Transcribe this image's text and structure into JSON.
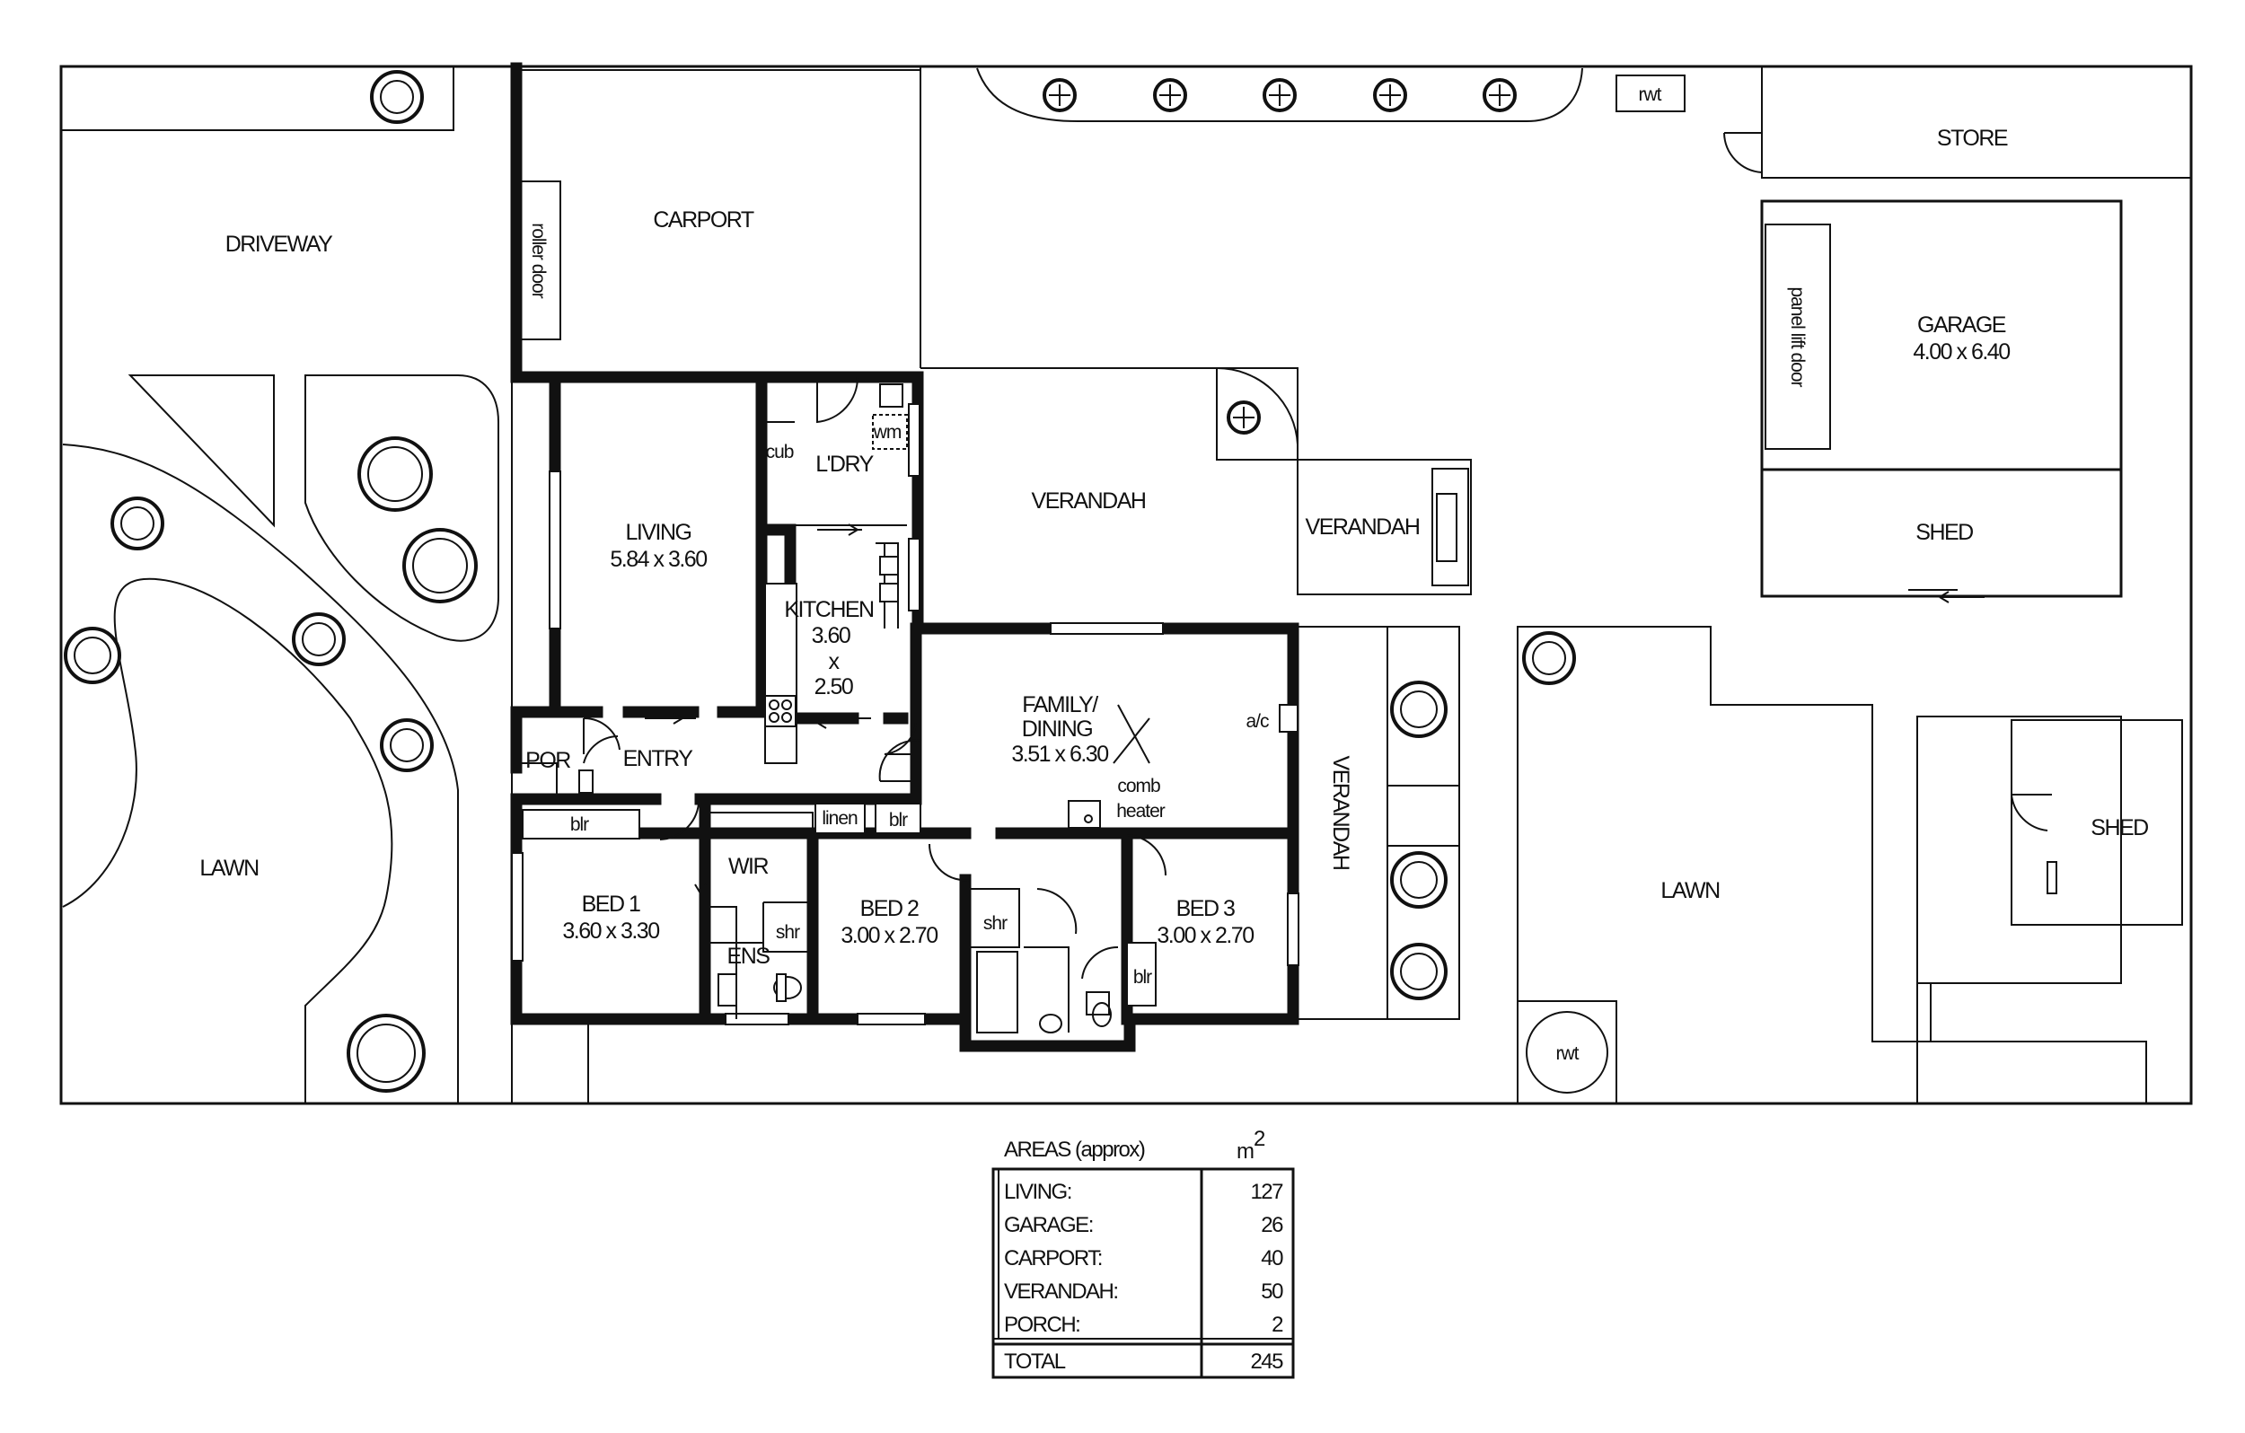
{
  "rooms": {
    "driveway": "DRIVEWAY",
    "carport": "CARPORT",
    "roller_door": "roller door",
    "store": "STORE",
    "rwt_top": "rwt",
    "garage": "GARAGE",
    "garage_dims": "4.00 x 6.40",
    "panel_lift_door": "panel lift door",
    "shed_top": "SHED",
    "living": "LIVING",
    "living_dims": "5.84 x 3.60",
    "cub": "cub",
    "laundry": "L'DRY",
    "wm": "wm",
    "verandah_top": "VERANDAH",
    "verandah_side": "VERANDAH",
    "verandah_east": "VERANDAH",
    "kitchen": "KITCHEN",
    "kitchen_dim_a": "3.60",
    "kitchen_dim_x": "x",
    "kitchen_dim_b": "2.50",
    "family": "FAMILY/",
    "dining": "DINING",
    "family_dims": "3.51 x 6.30",
    "ac": "a/c",
    "comb": "comb",
    "heater": "heater",
    "por": "POR",
    "entry": "ENTRY",
    "blr_bed1": "blr",
    "linen": "linen",
    "blr_hall": "blr",
    "wir": "WIR",
    "bed1": "BED 1",
    "bed1_dims": "3.60 x 3.30",
    "shr_ens": "shr",
    "ens": "ENS",
    "bed2": "BED 2",
    "bed2_dims": "3.00 x 2.70",
    "shr_bath": "shr",
    "bed3": "BED 3",
    "bed3_dims": "3.00 x 2.70",
    "blr_bed3": "blr",
    "lawn_left": "LAWN",
    "lawn_right": "LAWN",
    "rwt_bottom": "rwt",
    "shed_right": "SHED"
  },
  "areas": {
    "title": "AREAS (approx)",
    "unit": "m",
    "unit_sup": "2",
    "rows": [
      {
        "label": "LIVING:",
        "value": "127"
      },
      {
        "label": "GARAGE:",
        "value": "26"
      },
      {
        "label": "CARPORT:",
        "value": "40"
      },
      {
        "label": "VERANDAH:",
        "value": "50"
      },
      {
        "label": "PORCH:",
        "value": "2"
      }
    ],
    "total_label": "TOTAL",
    "total_value": "245"
  },
  "colors": {
    "line": "#111111",
    "background": "#ffffff"
  }
}
